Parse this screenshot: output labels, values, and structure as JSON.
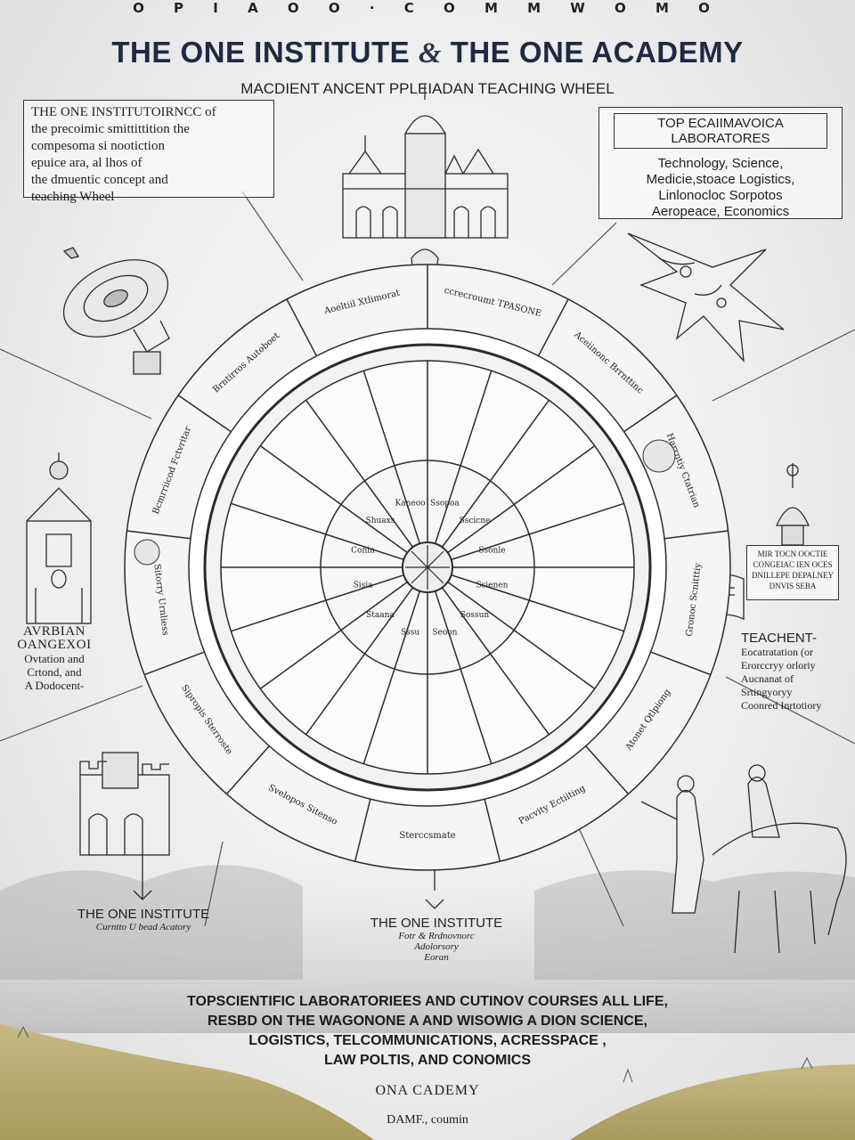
{
  "header": {
    "top_band": "O P  I A  O  O  ·  C O M M W O M  O",
    "title_part1": "THE ONE INSTITUTE",
    "title_amp": "&",
    "title_part2": "THE ONE ACADEMY",
    "subtitle": "MACDIENT ANCENT PPLEIADAN TEACHING WHEEL"
  },
  "intro_box": {
    "lines": [
      "THE ONE INSTITUTOIRNCC of",
      "the precoimic smittittition the",
      "compesoma si nootiction",
      "epuice ara, al lhos of",
      "the dmuentic concept and",
      "teaching Wheel"
    ]
  },
  "lab_box": {
    "heading_line1": "TOP ECAIIMAVOICA",
    "heading_line2": "LABORATORES",
    "lines": [
      "Technology, Science,",
      "Medicie,stoace Logistics,",
      "Linlonocloc Sorpotos",
      "Aeropeace, Economics"
    ]
  },
  "left_caption": {
    "line1": "AVRBIAN",
    "line2": "OANGEXOI",
    "line3": "Ovtation and",
    "line4": "Crtond, and",
    "line5": "A Dodocent-"
  },
  "right_box": {
    "lines": [
      "MIR TOCN OOCTIE",
      "CONGEIAC IEN OCES",
      "DNILLEPE DEPALNEY",
      "DNVIS SEBA"
    ]
  },
  "right_caption": {
    "line1": "TEACHENT-",
    "line2": "Eocatratation (or",
    "line3": "Erorccryy orloriy",
    "line4": "Aucnanat of",
    "line5": "Srtingyoryy",
    "line6": "Coonred Inrtotiory"
  },
  "wheel": {
    "outer_ring_labels": [
      "ccrecroumt TPASONE",
      "Aceiinonc Brrnttinc",
      "Harrntiy Ctatrian",
      "Gronoc Scnitttiy",
      "Atonet Qtlpiong",
      "Pacvity Ectiiting",
      "Sterccsmate",
      "Svelopos Sitenso",
      "Sipropis Sterroste",
      "Sitorry Urnliess",
      "Bcmrriicod Fctvritar",
      "Brntirros Autoboet",
      "Aoeltiil Xtlimorat"
    ],
    "inner_labels": [
      "Ssopoa",
      "Sscicne",
      "Ssonle",
      "Ssienen",
      "Sossun",
      "Seoon",
      "Sssu",
      "Staana",
      "Sisia",
      "Conin",
      "Shuaxs",
      "Kaneoo"
    ]
  },
  "institutes": {
    "left_name": "THE ONE INSTITUTE",
    "left_sub": "Curntto U bead Acatory",
    "center_name": "THE ONE INSTITUTE",
    "center_sub1": "Fotr & Rrdnovnorc",
    "center_sub2": "Adolorsory",
    "center_sub3": "Eoran"
  },
  "footer": {
    "line1": "TOPSCIENTIFIC LABORATORIEES AND CUTINOV COURSES ALL LIFE,",
    "line2": "RESBD ON THE WAGONONE A AND WISOWIG A DION SCIENCE,",
    "line3": "LOGISTICS, TELCOMMUNICATIONS, ACRESSPACE ,",
    "line4": "LAW POLTIS, AND CONOMICS",
    "academy": "ONA CADEMY",
    "signature": "DAMF., coumin"
  },
  "colors": {
    "ink": "#1f1f1f",
    "title_blue": "#1e2a44",
    "hill": "#b6a76d",
    "mist": "#c9c9c9"
  }
}
